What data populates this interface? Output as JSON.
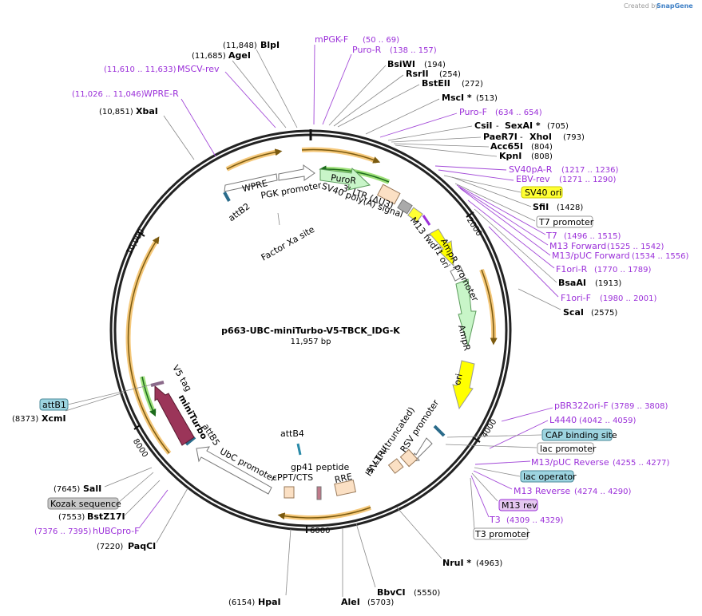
{
  "credit": {
    "prefix": "Created by",
    "brand": "SnapGene"
  },
  "title": "p663-UBC-miniTurbo-V5-TBCK_IDG-K",
  "size": "11,957 bp",
  "ruler": [
    "2000",
    "4000",
    "6000",
    "8000",
    "10,000"
  ],
  "enzymes": [
    {
      "name": "BlpI",
      "pos": "(11,848)"
    },
    {
      "name": "AgeI",
      "pos": "(11,685)"
    },
    {
      "name": "BsiWI",
      "pos": "(194)"
    },
    {
      "name": "RsrII",
      "pos": "(254)"
    },
    {
      "name": "BstEII",
      "pos": "(272)"
    },
    {
      "name": "MscI *",
      "pos": "(513)"
    },
    {
      "name": "CsiI",
      "pos": ""
    },
    {
      "name": "SexAI *",
      "pos": "(705)"
    },
    {
      "name": "PaeR7I",
      "pos": ""
    },
    {
      "name": "XhoI",
      "pos": "(793)"
    },
    {
      "name": "Acc65I",
      "pos": "(804)"
    },
    {
      "name": "KpnI",
      "pos": "(808)"
    },
    {
      "name": "SfiI",
      "pos": "(1428)"
    },
    {
      "name": "BsaAI",
      "pos": "(1913)"
    },
    {
      "name": "ScaI",
      "pos": "(2575)"
    },
    {
      "name": "NruI *",
      "pos": "(4963)"
    },
    {
      "name": "BbvCI",
      "pos": "(5550)"
    },
    {
      "name": "AleI",
      "pos": "(5703)"
    },
    {
      "name": "HpaI",
      "pos": "(6154)"
    },
    {
      "name": "PaqCI",
      "pos": "(7220)"
    },
    {
      "name": "BstZ17I",
      "pos": "(7553)"
    },
    {
      "name": "SalI",
      "pos": "(7645)"
    },
    {
      "name": "XcmI",
      "pos": "(8373)"
    },
    {
      "name": "XbaI",
      "pos": "(10,851)"
    }
  ],
  "primers": [
    {
      "name": "mPGK-F",
      "pos": "(50 .. 69)"
    },
    {
      "name": "Puro-R",
      "pos": "(138 .. 157)"
    },
    {
      "name": "MSCV-rev",
      "pos": "(11,610 .. 11,633)"
    },
    {
      "name": "WPRE-R",
      "pos": "(11,026 .. 11,046)"
    },
    {
      "name": "Puro-F",
      "pos": "(634 .. 654)"
    },
    {
      "name": "SV40pA-R",
      "pos": "(1217 .. 1236)"
    },
    {
      "name": "EBV-rev",
      "pos": "(1271 .. 1290)"
    },
    {
      "name": "T7",
      "pos": "(1496 .. 1515)"
    },
    {
      "name": "M13 Forward",
      "pos": "(1525 .. 1542)"
    },
    {
      "name": "M13/pUC Forward",
      "pos": "(1534 .. 1556)"
    },
    {
      "name": "F1ori-R",
      "pos": "(1770 .. 1789)"
    },
    {
      "name": "F1ori-F",
      "pos": "(1980 .. 2001)"
    },
    {
      "name": "pBR322ori-F",
      "pos": "(3789 .. 3808)"
    },
    {
      "name": "L4440",
      "pos": "(4042 .. 4059)"
    },
    {
      "name": "M13/pUC Reverse",
      "pos": "(4255 .. 4277)"
    },
    {
      "name": "M13 Reverse",
      "pos": "(4274 .. 4290)"
    },
    {
      "name": "T3",
      "pos": "(4309 .. 4329)"
    },
    {
      "name": "hUBCpro-F",
      "pos": "(7376 .. 7395)"
    }
  ],
  "boxed": [
    "SV40 ori",
    "T7 promoter",
    "CAP binding site",
    "lac promoter",
    "lac operator",
    "M13 rev",
    "T3 promoter",
    "attB1",
    "Kozak sequence"
  ],
  "features": {
    "wpre": "WPRE",
    "pgk": "PGK promoter",
    "puror": "PuroR",
    "ltr3": "3' LTR (ΔU3)",
    "sv40polya": "SV40 poly(A) signal",
    "m13fwd": "M13 fwd",
    "f1ori": "f1 ori",
    "ampr_promoter": "AmpR promoter",
    "ampr": "AmpR",
    "ori": "ori",
    "rsv": "RSV promoter",
    "ltr5": "5' LTR (truncated)",
    "hiv": "HIV-1 Ψ",
    "rre": "RRE",
    "gp41": "gp41 peptide",
    "cppt": "cPPT/CTS",
    "attb4": "attB4",
    "ubc": "UbC promoter",
    "attb5": "attB5",
    "miniturbo": "miniTurbo",
    "v5": "V5 tag",
    "attb2": "attB2",
    "factorxa": "Factor Xa site"
  }
}
